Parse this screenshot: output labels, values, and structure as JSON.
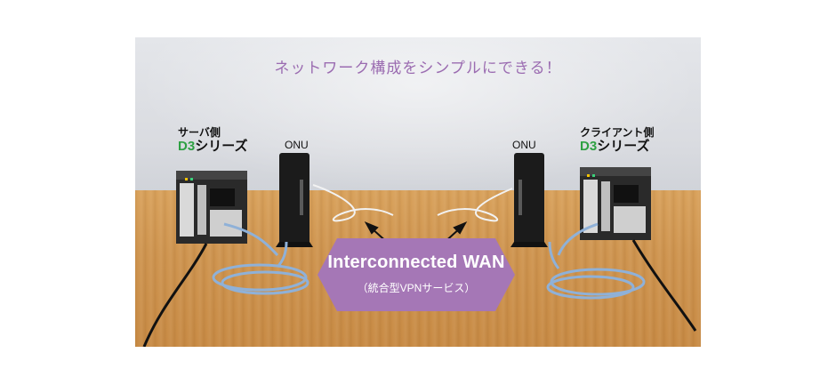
{
  "headline": "ネットワーク構成をシンプルにできる！",
  "left_device": {
    "role": "サーバ側",
    "series_prefix": "D3",
    "series_suffix": "シリーズ"
  },
  "right_device": {
    "role": "クライアント側",
    "series_prefix": "D3",
    "series_suffix": "シリーズ"
  },
  "onu_left": "ONU",
  "onu_right": "ONU",
  "wan_box": {
    "title": "Interconnected WAN",
    "subtitle": "（統合型VPNサービス）"
  },
  "colors": {
    "headline": "#9b6cb1",
    "hexagon": "#a577b6",
    "series_green": "#2ea043",
    "table": "#cf9550"
  }
}
